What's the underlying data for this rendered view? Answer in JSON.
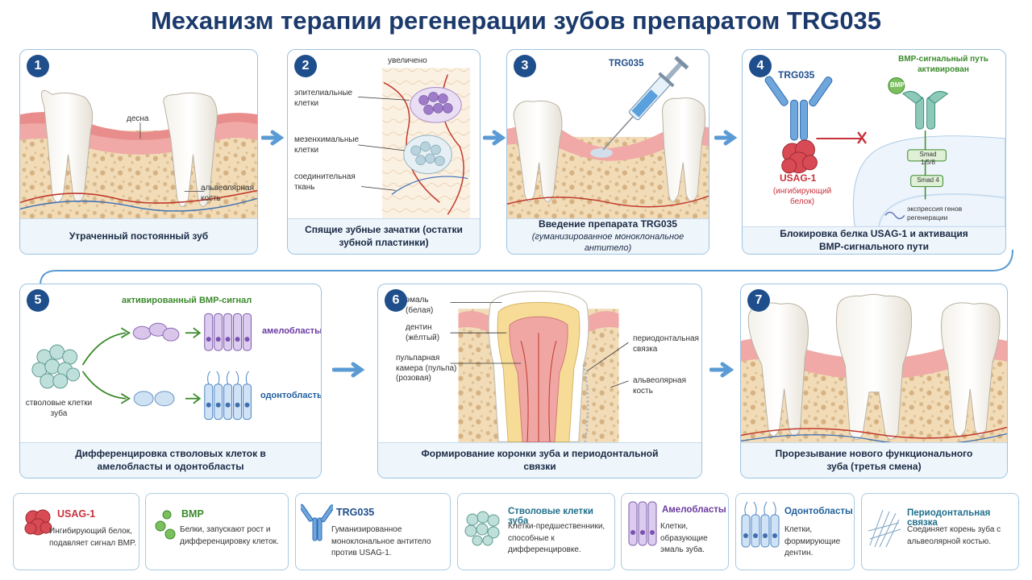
{
  "title": "Механизм терапии регенерации зубов препаратом TRG035",
  "panels": [
    {
      "num": "1",
      "caption": "Утраченный постоянный зуб",
      "labels": {
        "gum": "десна",
        "bone": "альвеолярная кость"
      }
    },
    {
      "num": "2",
      "caption": "Спящие зубные зачатки (остатки зубной пластинки)",
      "labels": {
        "zoom": "увеличено",
        "epi": "эпителиальные клетки",
        "mes": "мезенхимальные клетки",
        "conn": "соединительная ткань"
      }
    },
    {
      "num": "3",
      "caption": "Введение препарата TRG035",
      "caption_sub": "(гуманизированное моноклональное антитело)",
      "labels": {
        "drug": "TRG035"
      }
    },
    {
      "num": "4",
      "caption": "Блокировка белка USAG-1 и активация BMP-сигнального пути",
      "labels": {
        "drug": "TRG035",
        "usag": "USAG-1",
        "usag_sub": "(ингибирующий белок)",
        "path": "BMP-сигнальный путь активирован",
        "bmp": "BMP",
        "smad158": "Smad 1/5/8",
        "smad4": "Smad 4",
        "expr": "экспрессия генов регенерации"
      }
    },
    {
      "num": "5",
      "caption": "Дифференцировка стволовых клеток в амелобласты и одонтобласты",
      "labels": {
        "signal": "активированный BMP-сигнал",
        "ameloblasts": "амелобласты",
        "odontoblasts": "одонтобласты",
        "stem": "стволовые клетки зуба"
      }
    },
    {
      "num": "6",
      "caption": "Формирование коронки зуба и периодонтальной связки",
      "labels": {
        "enamel": "эмаль (белая)",
        "dentin": "дентин (жёлтый)",
        "pulp": "пульпарная камера (пульпа) (розовая)",
        "pdl": "периодонтальная связка",
        "bone": "альвеолярная кость"
      }
    },
    {
      "num": "7",
      "caption": "Прорезывание нового функционального зуба (третья смена)"
    }
  ],
  "legend": [
    {
      "name": "USAG-1",
      "desc": "Ингибирующий белок, подавляет сигнал BMP.",
      "color": "#c8323b",
      "icon": "usag-protein-icon"
    },
    {
      "name": "BMP",
      "desc": "Белки, запускают рост и дифференцировку клеток.",
      "color": "#3a8a2a",
      "icon": "bmp-protein-icon"
    },
    {
      "name": "TRG035",
      "desc": "Гуманизированное моноклональное антитело против USAG-1.",
      "color": "#1f4e8c",
      "icon": "antibody-icon"
    },
    {
      "name": "Стволовые клетки зуба",
      "desc": "Клетки-предшественники, способные к дифференцировке.",
      "color": "#1f6f8b",
      "icon": "stem-cell-icon"
    },
    {
      "name": "Амелобласты",
      "desc": "Клетки, образующие эмаль зуба.",
      "color": "#6a3aa0",
      "icon": "ameloblast-icon"
    },
    {
      "name": "Одонтобласты",
      "desc": "Клетки, формирующие дентин.",
      "color": "#1f5e9c",
      "icon": "odontoblast-icon"
    },
    {
      "name": "Периодонтальная связка",
      "desc": "Соединяет корень зуба с альвеолярной костью.",
      "color": "#1f6f8b",
      "icon": "ligament-icon"
    }
  ]
}
